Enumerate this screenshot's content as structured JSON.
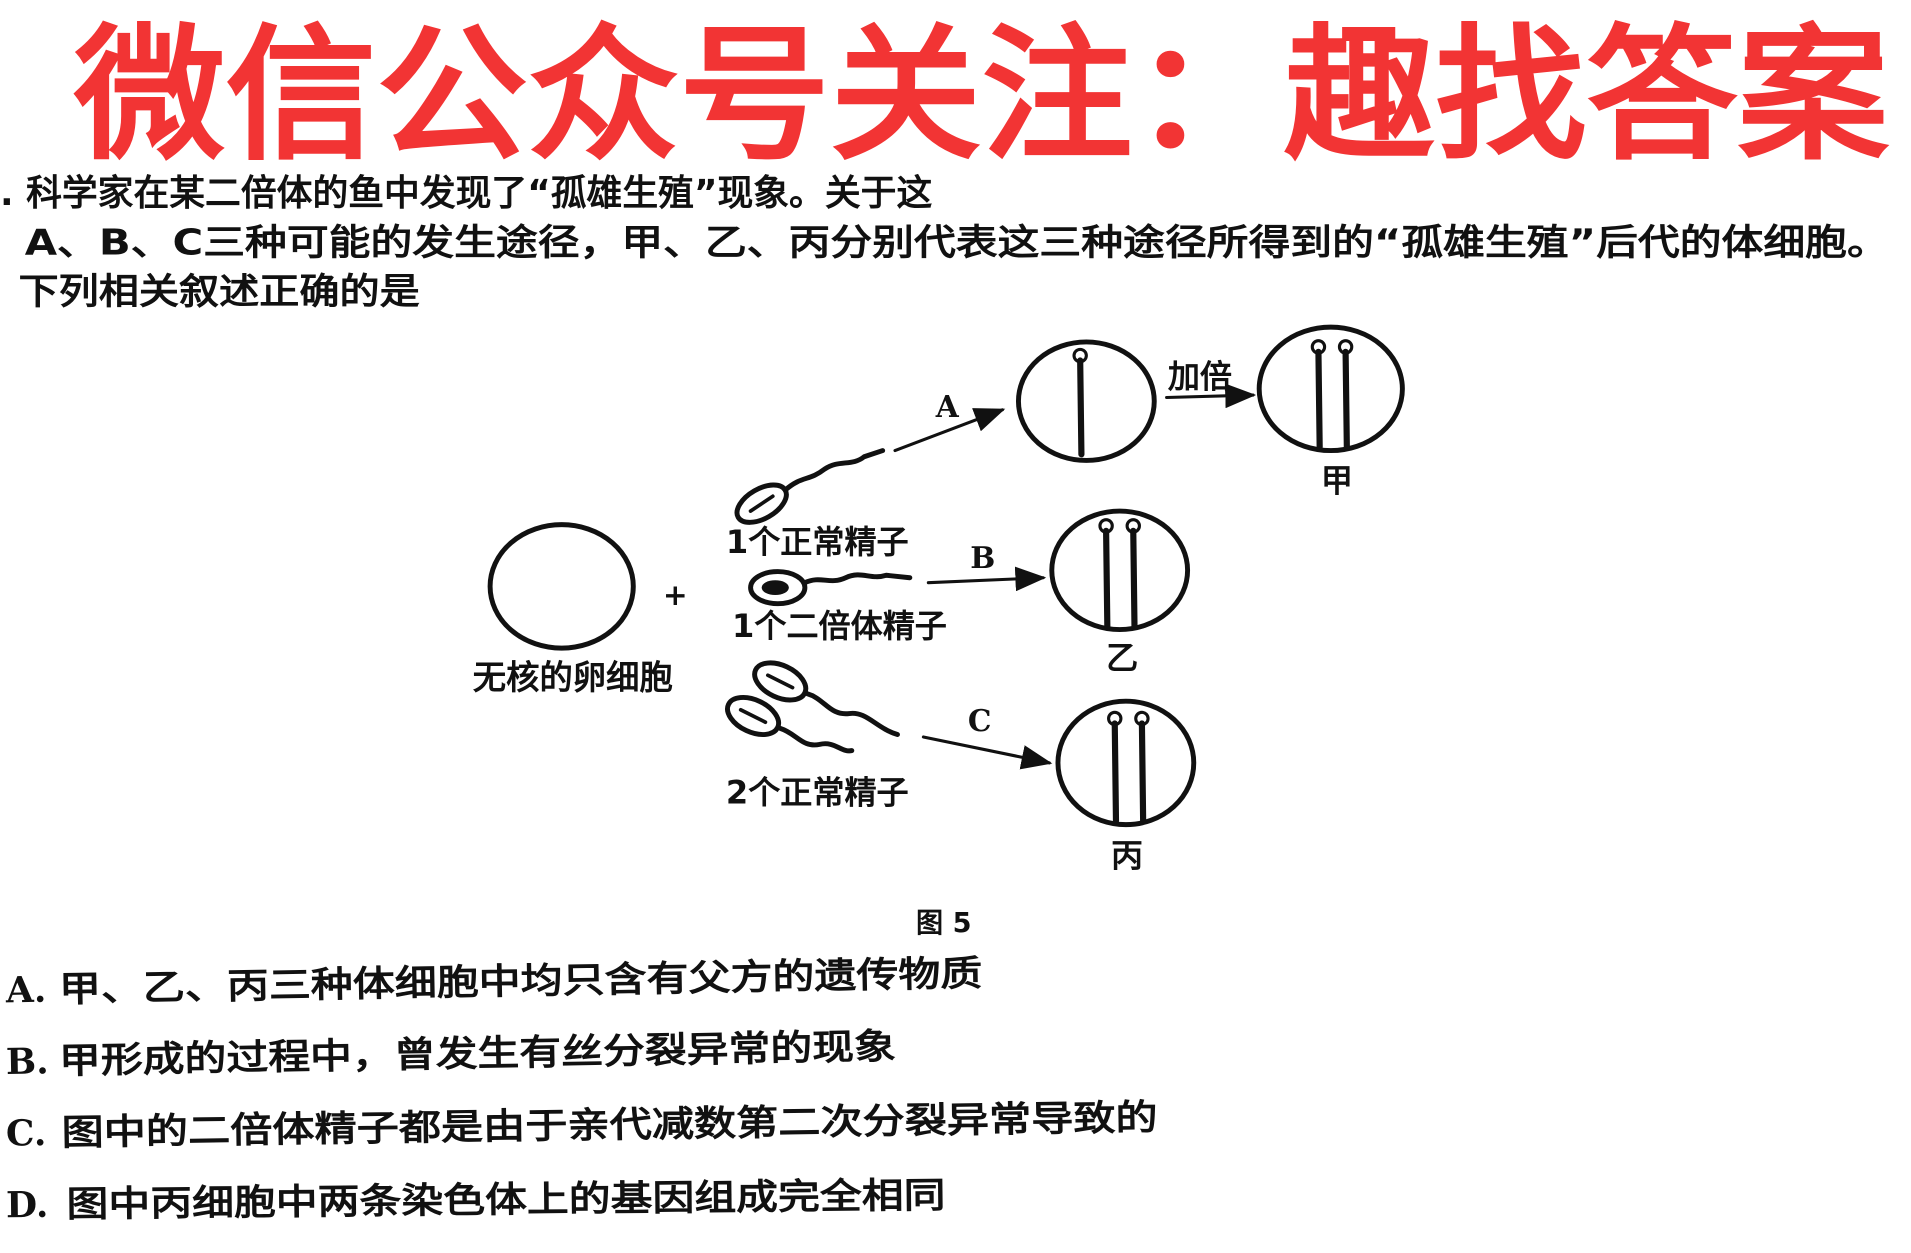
{
  "question": {
    "stem_line1": ". 科学家在某二倍体的鱼中发现了“孤雄生殖”现象。关于这",
    "stem_line2": "A、B、C三种可能的发生途径，甲、乙、丙分别代表这三种途径所得到的“孤雄生殖”后代的体细胞。",
    "stem_line3": "下列相关叙述正确的是"
  },
  "figure": {
    "egg_label": "无核的卵细胞",
    "plus": "+",
    "sperm1_label": "1个正常精子",
    "sperm2_label": "1个二倍体精子",
    "sperm3_label": "2个正常精子",
    "path_a": "A",
    "path_b": "B",
    "path_c": "C",
    "double_label": "加倍",
    "cell_jia": "甲",
    "cell_yi": "乙",
    "cell_bing": "丙",
    "caption": "图 5"
  },
  "options": [
    {
      "letter": "A.",
      "text": "甲、乙、丙三种体细胞中均只含有父方的遗传物质"
    },
    {
      "letter": "B.",
      "text": "甲形成的过程中，曾发生有丝分裂异常的现象"
    },
    {
      "letter": "C.",
      "text": "图中的二倍体精子都是由于亲代减数第二次分裂异常导致的"
    },
    {
      "letter": "D.",
      "text": "图中丙细胞中两条染色体上的基因组成完全相同"
    }
  ],
  "watermark": {
    "text": "微信公众号关注：趣找答案",
    "color": "#f22a2a"
  }
}
